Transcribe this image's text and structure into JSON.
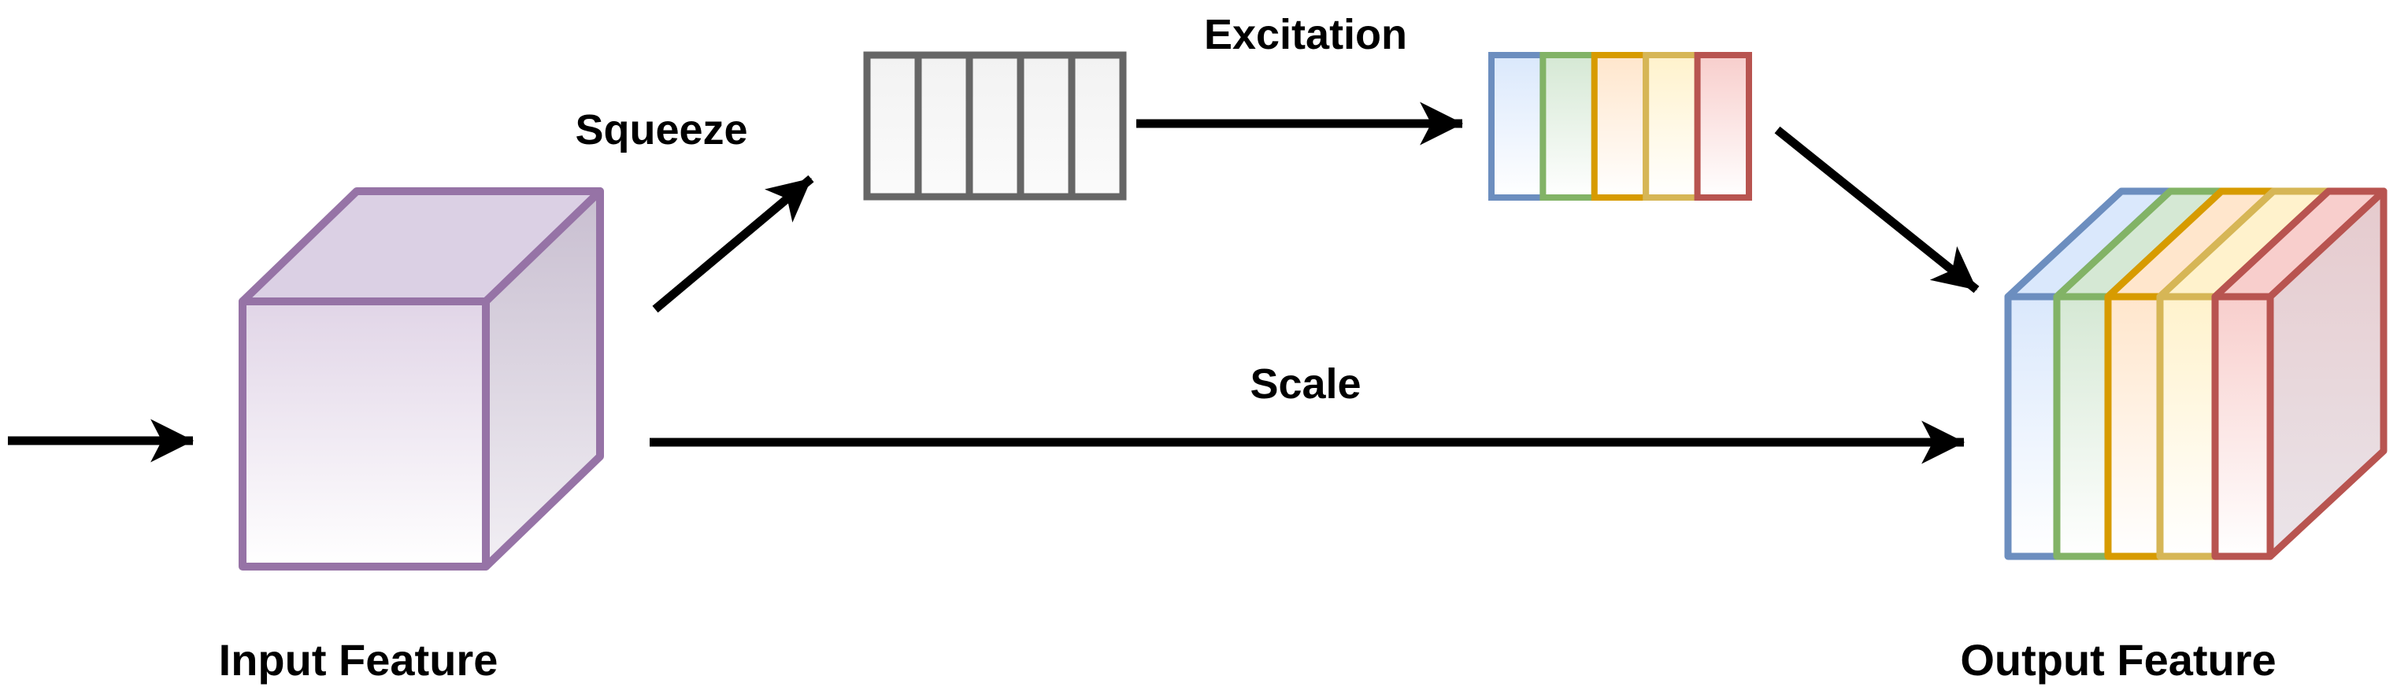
{
  "diagram": {
    "type": "squeeze-and-excitation-block",
    "nodes": {
      "input": {
        "label": "Input Feature"
      },
      "squeezed_vector": {
        "cell_count": 5
      },
      "channel_weights_vector": {
        "cell_count": 5
      },
      "output": {
        "label": "Output Feature"
      }
    },
    "edges": {
      "squeeze": {
        "label": "Squeeze"
      },
      "excitation": {
        "label": "Excitation"
      },
      "scale": {
        "label": "Scale"
      }
    }
  },
  "channels": [
    {
      "name": "blue",
      "stroke": "#6C8EBF",
      "fill": "#DAE8FC"
    },
    {
      "name": "green",
      "stroke": "#82B366",
      "fill": "#D5E8D4"
    },
    {
      "name": "orange",
      "stroke": "#D79B00",
      "fill": "#FFE6CC"
    },
    {
      "name": "yellow",
      "stroke": "#D6B656",
      "fill": "#FFF2CC"
    },
    {
      "name": "red",
      "stroke": "#B85450",
      "fill": "#F8CECC"
    }
  ],
  "colors": {
    "background": "#FFFFFF",
    "arrow": "#000000",
    "label_text": "#000000",
    "purple_stroke": "#9673A6",
    "purple_fill": "#E1D5E7",
    "gray_stroke": "#666666",
    "gray_fill": "#F2F2F2",
    "white": "#FFFFFF"
  }
}
